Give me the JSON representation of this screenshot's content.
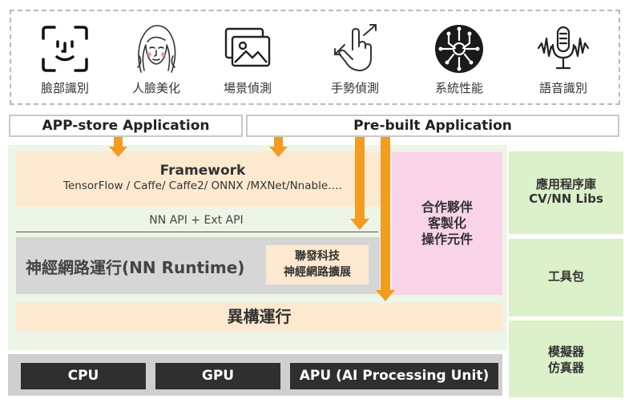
{
  "apps": [
    {
      "label": "臉部識別",
      "icon": "face-id-icon"
    },
    {
      "label": "人臉美化",
      "icon": "woman-face-icon"
    },
    {
      "label": "場景偵測",
      "icon": "picture-gallery-icon"
    },
    {
      "label": "手勢偵測",
      "icon": "hand-gesture-icon"
    },
    {
      "label": "系統性能",
      "icon": "circuit-chip-icon"
    },
    {
      "label": "語音識別",
      "icon": "microphone-voice-icon"
    }
  ],
  "headers": {
    "app_store": "APP-store Application",
    "prebuilt": "Pre-built Application"
  },
  "framework": {
    "title": "Framework",
    "subtitle": "TensorFlow / Caffe/ Caffe2/ ONNX /MXNet/Nnable…."
  },
  "nn_api": "NN API + Ext API",
  "runtime": {
    "label": "神經網路運行(NN Runtime)",
    "ext_line1": "聯發科技",
    "ext_line2": "神經網路擴展"
  },
  "partner": {
    "line1": "合作夥伴",
    "line2": "客製化",
    "line3": "操作元件"
  },
  "hetero": "異構運行",
  "hardware": {
    "cpu": "CPU",
    "gpu": "GPU",
    "apu": "APU (AI Processing Unit)"
  },
  "side": {
    "libs_line1": "應用程序庫",
    "libs_line2": "CV/NN Libs",
    "toolkit": "工具包",
    "sim_line1": "模擬器",
    "sim_line2": "仿真器"
  },
  "colors": {
    "arrow": "#f39c1f",
    "framework_bg": "#fde9cf",
    "partner_bg": "#f9d3e8",
    "side_bg": "#dcf0c9",
    "main_bg": "#edf5e6",
    "runtime_bg": "#d6d6d6",
    "hw_box": "#2f2f2f"
  }
}
